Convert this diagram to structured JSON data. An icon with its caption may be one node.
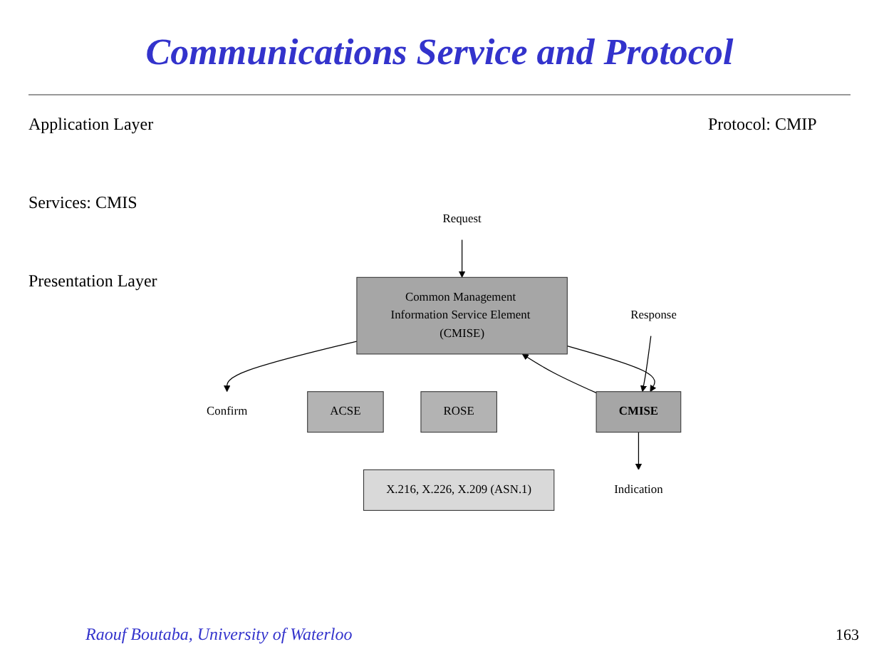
{
  "diagram": {
    "title": "Communications Service and Protocol",
    "nodes": [
      {
        "text": [
          "Request"
        ]
      },
      {
        "text": [
          "Confirm"
        ]
      },
      {
        "text": [
          "Common Management Information Service Element (CMISE)"
        ]
      },
      {
        "text": [
          "ACSE"
        ]
      },
      {
        "text": [
          "ROSE"
        ]
      },
      {
        "text": [
          "X.216, X.226, X.209 (ASN.1)"
        ]
      },
      {
        "text": [
          "Response"
        ]
      },
      {
        "text": [
          "Indication"
        ]
      },
      {
        "text": [
          "CMISE"
        ]
      }
    ],
    "edges": [
      {
        "from": 0,
        "to": 2,
        "arrow": "to"
      },
      {
        "from": 2,
        "to": 1,
        "arrow": "to"
      },
      {
        "from": 2,
        "to": 8,
        "arrow": "to"
      },
      {
        "from": 8,
        "to": 2,
        "arrow": "to"
      },
      {
        "from": 6,
        "to": 8,
        "arrow": "to"
      },
      {
        "from": 8,
        "to": 7,
        "arrow": "to"
      }
    ],
    "labels": [
      "Application Layer",
      "Services: CMIS",
      "Protocol: CMIP",
      "Presentation Layer",
      "Raouf Boutaba, University of Waterloo",
      "163"
    ]
  }
}
